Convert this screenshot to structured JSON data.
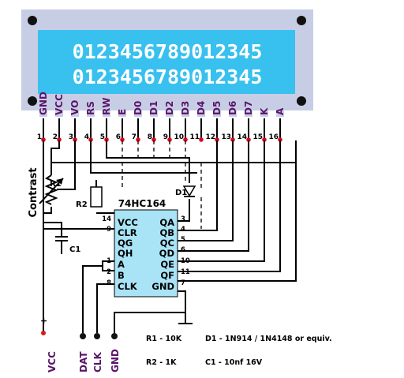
{
  "colors": {
    "bezel": "#c8cde6",
    "screen": "#38c0ef",
    "screen_text": "#ffffff",
    "chip": "#a9e3f6",
    "pin_label": "#5a1468",
    "pad": "#e0001e",
    "wire": "#000000"
  },
  "lcd": {
    "line1": "0123456789012345",
    "line2": "0123456789012345"
  },
  "pins": [
    {
      "label": "GND",
      "number": "1"
    },
    {
      "label": "VCC",
      "number": "2"
    },
    {
      "label": "VO",
      "number": "3"
    },
    {
      "label": "RS",
      "number": "4"
    },
    {
      "label": "RW",
      "number": "5"
    },
    {
      "label": "E",
      "number": "6"
    },
    {
      "label": "D0",
      "number": "7"
    },
    {
      "label": "D1",
      "number": "8"
    },
    {
      "label": "D2",
      "number": "9"
    },
    {
      "label": "D3",
      "number": "10"
    },
    {
      "label": "D4",
      "number": "11"
    },
    {
      "label": "D5",
      "number": "12"
    },
    {
      "label": "D6",
      "number": "13"
    },
    {
      "label": "D7",
      "number": "14"
    },
    {
      "label": "K",
      "number": "15"
    },
    {
      "label": "A",
      "number": "16"
    }
  ],
  "chip": {
    "name": "74HC164",
    "left_pins": [
      {
        "number": "14",
        "label": "VCC"
      },
      {
        "number": "9",
        "label": "CLR"
      },
      {
        "number": "",
        "label": "QG"
      },
      {
        "number": "",
        "label": "QH"
      },
      {
        "number": "1",
        "label": "A"
      },
      {
        "number": "2",
        "label": "B"
      },
      {
        "number": "8",
        "label": "CLK"
      }
    ],
    "right_pins": [
      {
        "number": "3",
        "label": "QA"
      },
      {
        "number": "4",
        "label": "QB"
      },
      {
        "number": "5",
        "label": "QC"
      },
      {
        "number": "6",
        "label": "QD"
      },
      {
        "number": "10",
        "label": "QE"
      },
      {
        "number": "11",
        "label": "QF"
      },
      {
        "number": "7",
        "label": "GND"
      }
    ]
  },
  "components": {
    "contrast": "Contrast",
    "r1": "R1",
    "r2": "R2",
    "d1": "D1",
    "c1": "C1",
    "plus": "+"
  },
  "connectors": [
    "VCC",
    "DAT",
    "CLK",
    "GND"
  ],
  "notes": {
    "r1": "R1 - 10K",
    "r2": "R2 -  1K",
    "d1": "D1 - 1N914 / 1N4148 or equiv.",
    "c1": "C1 - 10nf 16V"
  }
}
